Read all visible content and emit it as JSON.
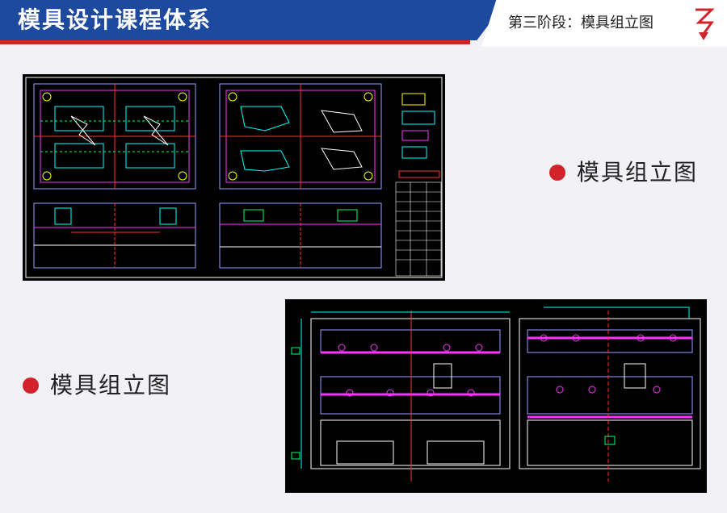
{
  "header": {
    "title": "模具设计课程体系",
    "subtitle": "第三阶段：模具组立图",
    "brand_color": "#1d4a9e",
    "accent_color": "#d2232a",
    "logo_icon": "zigzag-arrow-logo-icon"
  },
  "sections": [
    {
      "label": "模具组立图",
      "bullet_icon": "red-dot-bullet-icon",
      "image": "mold-assembly-drawing-full-sheet"
    },
    {
      "label": "模具组立图",
      "bullet_icon": "red-dot-bullet-icon",
      "image": "mold-assembly-drawing-section-view"
    }
  ]
}
